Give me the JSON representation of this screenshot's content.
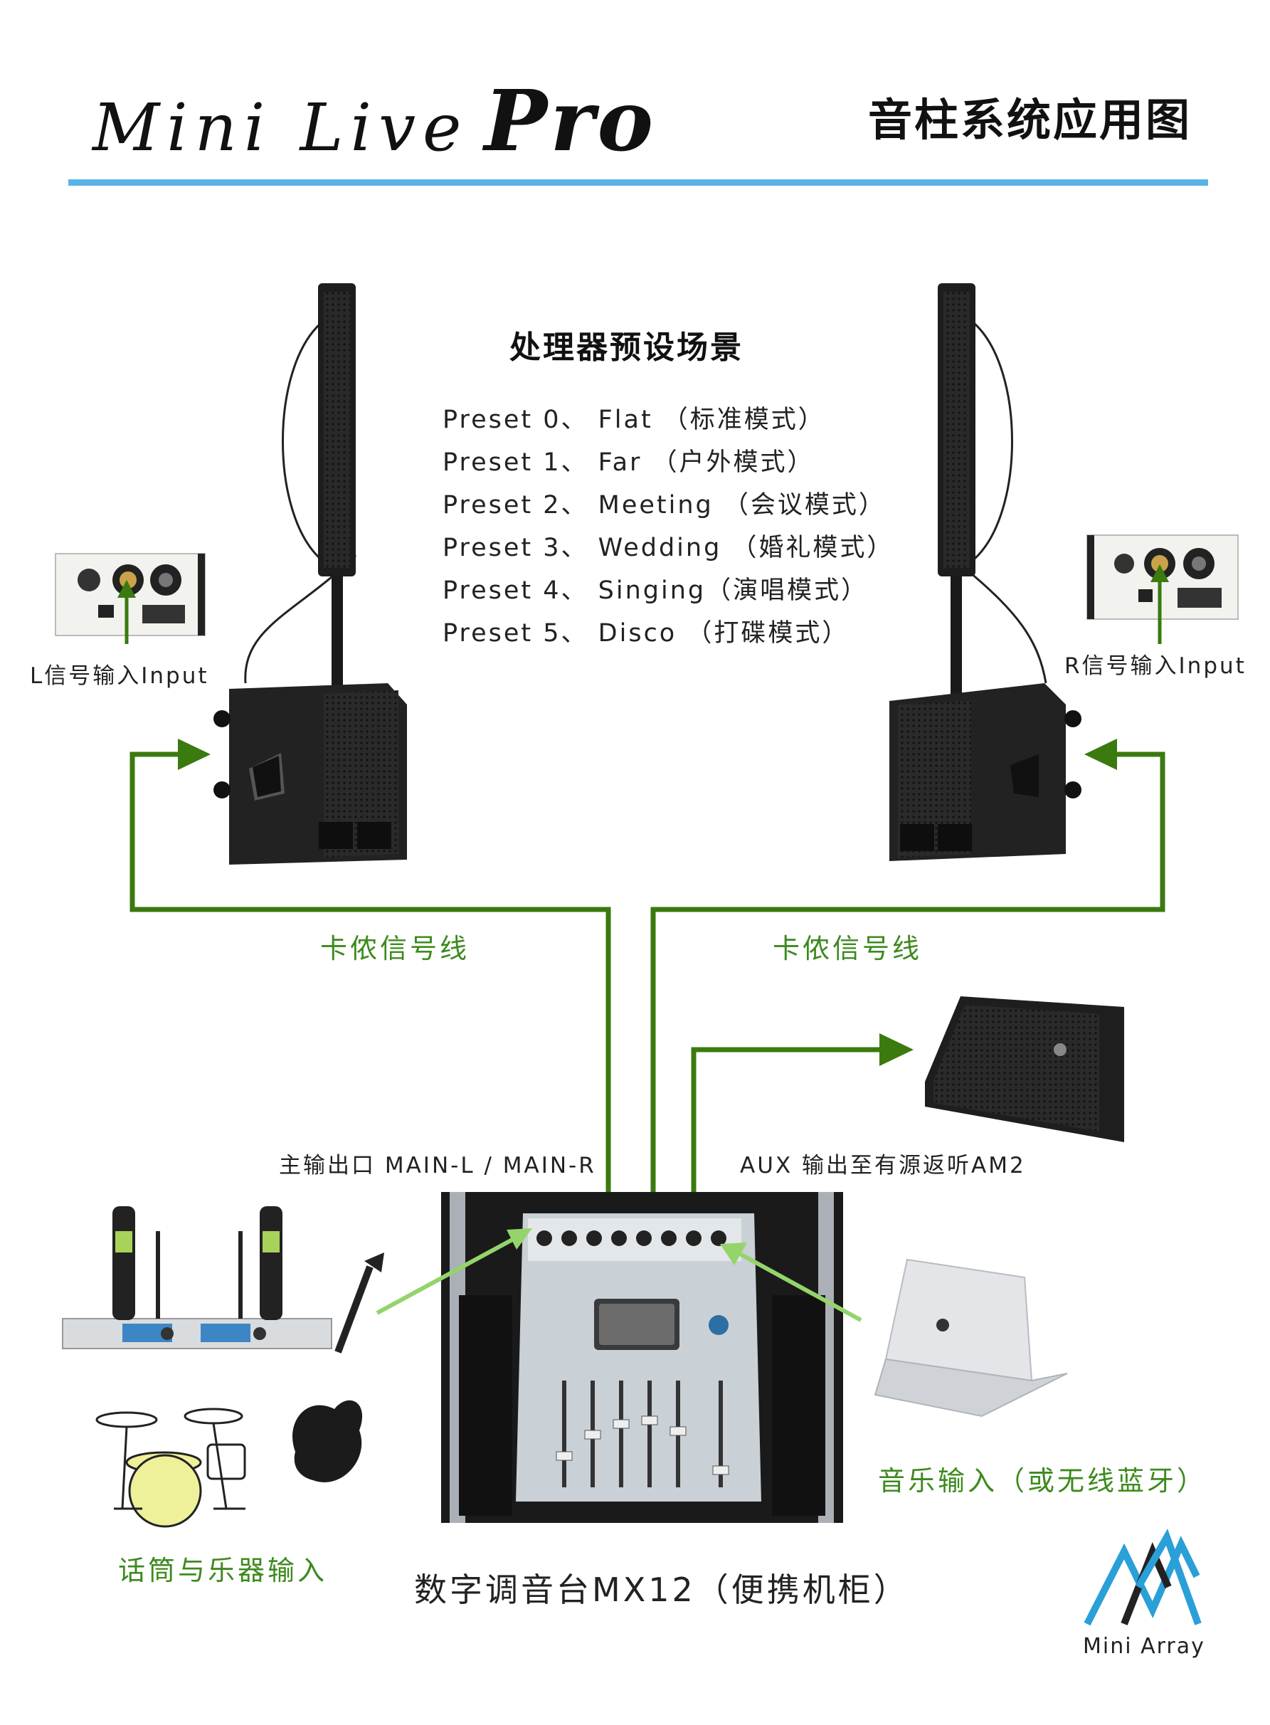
{
  "header": {
    "brand_script": "Mini Live",
    "brand_bold": "Pro",
    "doc_title": "音柱系统应用图"
  },
  "presets": {
    "heading": "处理器预设场景",
    "items": [
      "Preset 0、 Flat （标准模式）",
      "Preset 1、 Far （户外模式）",
      "Preset 2、 Meeting （会议模式）",
      "Preset 3、 Wedding （婚礼模式）",
      "Preset 4、 Singing（演唱模式）",
      "Preset 5、 Disco （打碟模式）"
    ]
  },
  "labels": {
    "l_input": "L信号输入Input",
    "r_input": "R信号输入Input",
    "cable_left": "卡侬信号线",
    "cable_right": "卡侬信号线",
    "main_out": "主输出口  MAIN-L / MAIN-R",
    "aux_out": "AUX 输出至有源返听AM2",
    "music_in": "音乐输入（或无线蓝牙）",
    "mic_in": "话筒与乐器输入",
    "mixer": "数字调音台MX12（便携机柜）"
  },
  "logo": {
    "text": "Mini Array"
  },
  "colors": {
    "rule": "#5ab3e6",
    "cable_arrow": "#3a7a0f",
    "input_arrow": "#94d46b",
    "green_text": "#3d8a1e",
    "logo_dark": "#222222",
    "logo_blue": "#2a9fd8"
  }
}
